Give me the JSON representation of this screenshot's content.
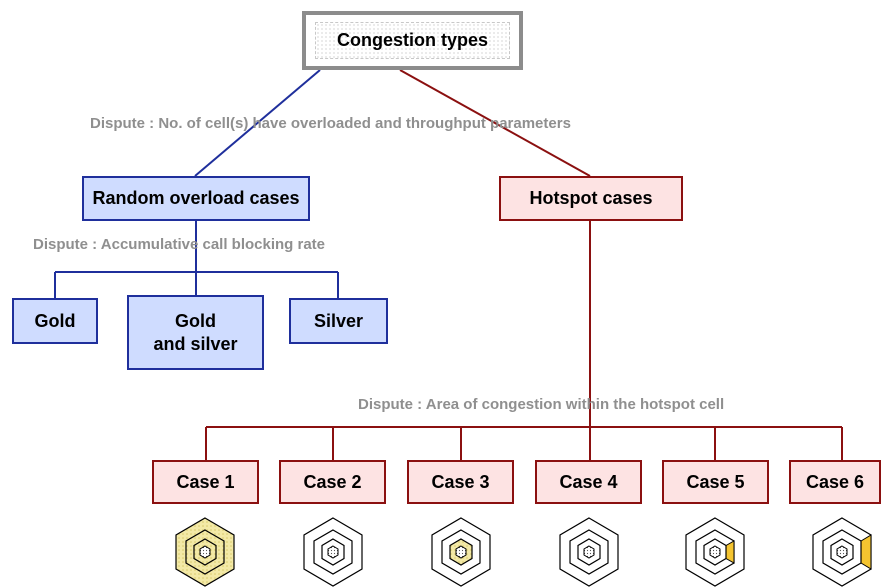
{
  "root": {
    "label": "Congestion types"
  },
  "disputes": {
    "level1": "Dispute : No. of cell(s) have overloaded and throughput parameters",
    "random": "Dispute : Accumulative call blocking rate",
    "hotspot": "Dispute : Area of congestion within the hotspot cell"
  },
  "branches": {
    "random": "Random overload cases",
    "hotspot": "Hotspot cases"
  },
  "random_leaves": [
    "Gold",
    "Gold\nand silver",
    "Silver"
  ],
  "cases": [
    "Case 1",
    "Case 2",
    "Case 3",
    "Case 4",
    "Case 5",
    "Case 6"
  ],
  "colors": {
    "blue_line": "#1f2f9c",
    "red_line": "#8b1010",
    "blue_fill": "#cfdcff",
    "red_fill": "#fde3e3",
    "highlight": "#f4c430",
    "dotted_area": "#f3e9a6"
  }
}
